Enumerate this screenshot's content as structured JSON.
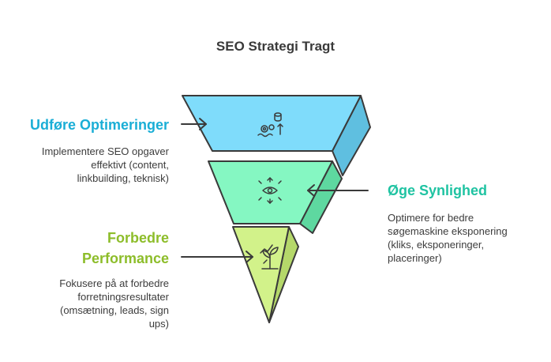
{
  "title": "SEO Strategi Tragt",
  "colors": {
    "stage1": "#7fdcfb",
    "stage2": "#85f7c2",
    "stage3": "#d2f28a",
    "heading_blue": "#1aaed6",
    "heading_teal": "#1fc3a2",
    "heading_green": "#8dbd2a",
    "outline": "#3a3a3a"
  },
  "stages": [
    {
      "heading": "Udføre Optimeringer",
      "description_lines": [
        "Implementere SEO opgaver",
        "effektivt (content,",
        "linkbuilding, teknisk)"
      ],
      "icon": "gears-database-growth-icon"
    },
    {
      "heading": "Øge Synlighed",
      "description_lines": [
        "Optimere for bedre",
        "søgemaskine eksponering",
        "(kliks, eksponeringer,",
        "placeringer)"
      ],
      "icon": "eye-expand-icon"
    },
    {
      "heading_lines": [
        "Forbedre",
        "Performance"
      ],
      "description_lines": [
        "Fokusere på at forbedre",
        "forretningsresultater",
        "(omsætning, leads, sign",
        "ups)"
      ],
      "icon": "plant-growth-icon"
    }
  ]
}
